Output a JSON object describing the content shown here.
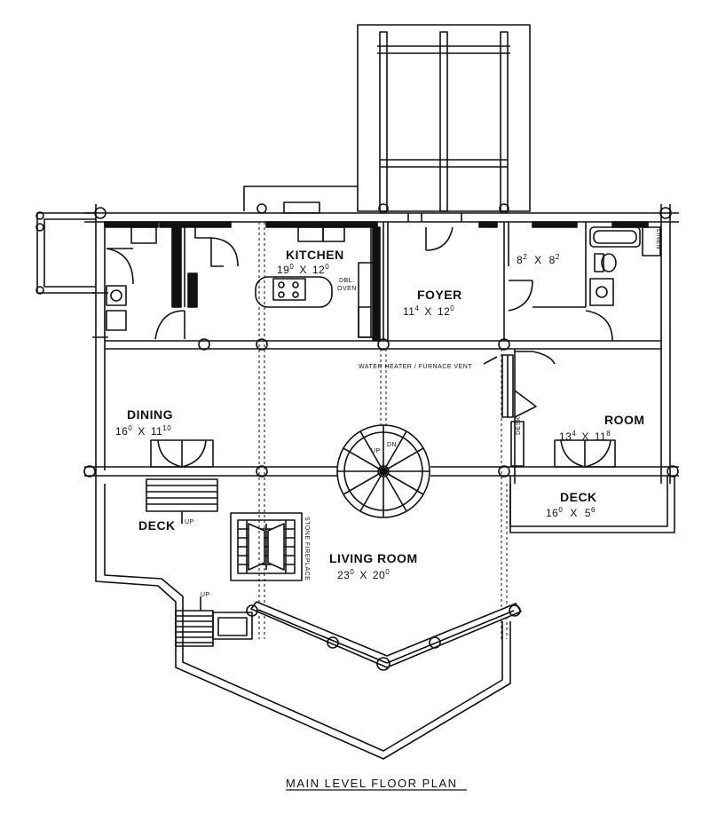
{
  "title": "MAIN LEVEL FLOOR PLAN",
  "rooms": {
    "kitchen": {
      "name": "KITCHEN",
      "dim_w": "19",
      "dim_w_in": "0",
      "dim_h": "12",
      "dim_h_in": "0"
    },
    "foyer": {
      "name": "FOYER",
      "dim_w": "11",
      "dim_w_in": "4",
      "dim_h": "12",
      "dim_h_in": "0"
    },
    "bath": {
      "dim_w": "8",
      "dim_w_in": "2",
      "dim_h": "8",
      "dim_h_in": "2"
    },
    "dining": {
      "name": "DINING",
      "dim_w": "16",
      "dim_w_in": "0",
      "dim_h": "11",
      "dim_h_in": "10"
    },
    "room": {
      "name": "ROOM",
      "dim_w": "13",
      "dim_w_in": "4",
      "dim_h": "11",
      "dim_h_in": "8"
    },
    "deck_right": {
      "name": "DECK",
      "dim_w": "16",
      "dim_w_in": "0",
      "dim_h": "5",
      "dim_h_in": "6"
    },
    "deck_left": {
      "name": "DECK"
    },
    "living": {
      "name": "LIVING ROOM",
      "dim_w": "23",
      "dim_w_in": "0",
      "dim_h": "20",
      "dim_h_in": "0"
    }
  },
  "labels": {
    "dbl_oven_1": "DBL.",
    "dbl_oven_2": "OVEN",
    "water_heater": "WATER HEATER / FURNACE VENT",
    "linen": "LINEN",
    "desk": "DESK",
    "stone_fireplace": "STONE FIREPLACE",
    "stair_up": "UP",
    "stair_dn": "DN",
    "deck_up": "UP",
    "deck_stair_up": "UP",
    "dim_x": "X"
  }
}
